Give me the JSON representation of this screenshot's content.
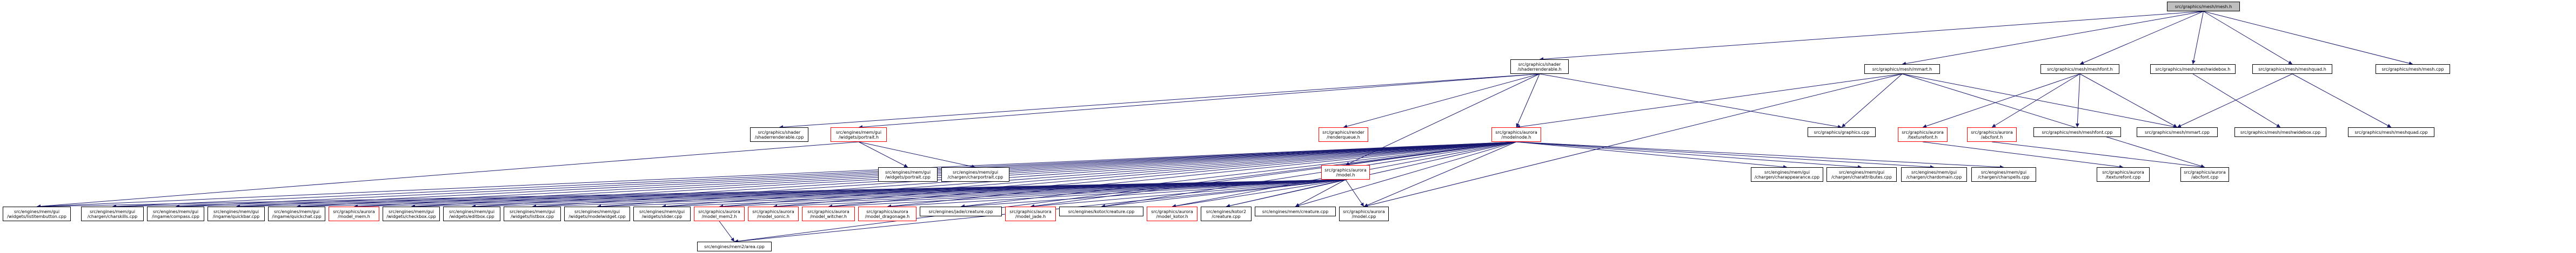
{
  "graph": {
    "nodes": {
      "mesh_h": {
        "label": "src/graphics/mesh/mesh.h",
        "link": "#000000"
      },
      "shaderrenderable_h": {
        "label": "src/graphics/shader\n/shaderrenderable.h",
        "link": "#000000"
      },
      "mmart_h": {
        "label": "src/graphics/mesh/mmart.h",
        "link": "#000000"
      },
      "meshfont_h": {
        "label": "src/graphics/mesh/meshfont.h",
        "link": "#000000"
      },
      "meshwidebox_h": {
        "label": "src/graphics/mesh/meshwidebox.h",
        "link": "#000000"
      },
      "meshquad_h": {
        "label": "src/graphics/mesh/meshquad.h",
        "link": "#000000"
      },
      "mesh_cpp": {
        "label": "src/graphics/mesh/mesh.cpp",
        "link": "#000000"
      },
      "shaderrenderable_cpp": {
        "label": "src/graphics/shader\n/shaderrenderable.cpp",
        "link": "#000000"
      },
      "portrait_h": {
        "label": "src/engines/mem/gui\n/widgets/portrait.h",
        "link": "#ff0000"
      },
      "renderqueue_h": {
        "label": "src/graphics/render\n/renderqueue.h",
        "link": "#ff0000"
      },
      "modelnode_h": {
        "label": "src/graphics/aurora\n/modelnode.h",
        "link": "#ff0000"
      },
      "graphics_cpp": {
        "label": "src/graphics/graphics.cpp",
        "link": "#000000"
      },
      "texturefont_h": {
        "label": "src/graphics/aurora\n/texturefont.h",
        "link": "#ff0000"
      },
      "abcfont_h": {
        "label": "src/graphics/aurora\n/abcfont.h",
        "link": "#ff0000"
      },
      "meshfont_cpp": {
        "label": "src/graphics/mesh/meshfont.cpp",
        "link": "#000000"
      },
      "mmart_cpp": {
        "label": "src/graphics/mesh/mmart.cpp",
        "link": "#000000"
      },
      "meshwidebox_cpp": {
        "label": "src/graphics/mesh/meshwidebox.cpp",
        "link": "#000000"
      },
      "meshquad_cpp": {
        "label": "src/graphics/mesh/meshquad.cpp",
        "link": "#000000"
      },
      "w_portrait_cpp": {
        "label": "src/engines/mem/gui\n/widgets/portrait.cpp",
        "link": "#000000"
      },
      "chargen_portrait_cpp": {
        "label": "src/engines/mem/gui\n/chargen/charportrait.cpp",
        "link": "#000000"
      },
      "charappearance_cpp": {
        "label": "src/engines/mem/gui\n/chargen/charappearance.cpp",
        "link": "#000000"
      },
      "charattributes_cpp": {
        "label": "src/engines/mem/gui\n/chargen/charattributes.cpp",
        "link": "#000000"
      },
      "chardomain_cpp": {
        "label": "src/engines/mem/gui\n/chargen/chardomain.cpp",
        "link": "#000000"
      },
      "charspells_cpp": {
        "label": "src/engines/mem/gui\n/chargen/charspells.cpp",
        "link": "#000000"
      },
      "texturefont_cpp": {
        "label": "src/graphics/aurora\n/texturefont.cpp",
        "link": "#000000"
      },
      "abcfont_cpp": {
        "label": "src/graphics/aurora\n/abcfont.cpp",
        "link": "#000000"
      },
      "model_h": {
        "label": "src/graphics/aurora\n/model.h",
        "link": "#ff0000"
      },
      "listitembutton_cpp": {
        "label": "src/engines/mem/gui\n/widgets/listitembutton.cpp",
        "link": "#000000"
      },
      "charskills_cpp": {
        "label": "src/engines/mem/gui\n/chargen/charskills.cpp",
        "link": "#000000"
      },
      "compass_cpp": {
        "label": "src/engines/mem/gui\n/ingame/compass.cpp",
        "link": "#000000"
      },
      "quickbar_cpp": {
        "label": "src/engines/mem/gui\n/ingame/quickbar.cpp",
        "link": "#000000"
      },
      "quickchat_cpp": {
        "label": "src/engines/mem/gui\n/ingame/quickchat.cpp",
        "link": "#000000"
      },
      "model_mem_h": {
        "label": "src/graphics/aurora\n/model_mem.h",
        "link": "#ff0000"
      },
      "checkbox_cpp": {
        "label": "src/engines/mem/gui\n/widgets/checkbox.cpp",
        "link": "#000000"
      },
      "editbox_cpp": {
        "label": "src/engines/mem/gui\n/widgets/editbox.cpp",
        "link": "#000000"
      },
      "listbox_cpp": {
        "label": "src/engines/mem/gui\n/widgets/listbox.cpp",
        "link": "#000000"
      },
      "modelwidget_cpp": {
        "label": "src/engines/mem/gui\n/widgets/modelwidget.cpp",
        "link": "#000000"
      },
      "slider_cpp": {
        "label": "src/engines/mem/gui\n/widgets/slider.cpp",
        "link": "#000000"
      },
      "model_mem2_h": {
        "label": "src/graphics/aurora\n/model_mem2.h",
        "link": "#ff0000"
      },
      "model_sonic_h": {
        "label": "src/graphics/aurora\n/model_sonic.h",
        "link": "#ff0000"
      },
      "model_witcher_h": {
        "label": "src/graphics/aurora\n/model_witcher.h",
        "link": "#ff0000"
      },
      "model_dragonage_h": {
        "label": "src/graphics/aurora\n/model_dragonage.h",
        "link": "#ff0000"
      },
      "jade_creature_cpp": {
        "label": "src/engines/jade/creature.cpp",
        "link": "#000000"
      },
      "model_jade_h": {
        "label": "src/graphics/aurora\n/model_jade.h",
        "link": "#ff0000"
      },
      "kotor_creature_cpp": {
        "label": "src/engines/kotor/creature.cpp",
        "link": "#000000"
      },
      "model_kotor_h": {
        "label": "src/graphics/aurora\n/model_kotor.h",
        "link": "#ff0000"
      },
      "kotor2_creature_cpp": {
        "label": "src/engines/kotor2\n/creature.cpp",
        "link": "#000000"
      },
      "mem_creature_cpp": {
        "label": "src/engines/mem/creature.cpp",
        "link": "#000000"
      },
      "model_cpp": {
        "label": "src/graphics/aurora\n/model.cpp",
        "link": "#000000"
      },
      "mem2_area_cpp": {
        "label": "src/engines/mem2/area.cpp",
        "link": "#000000"
      }
    }
  }
}
